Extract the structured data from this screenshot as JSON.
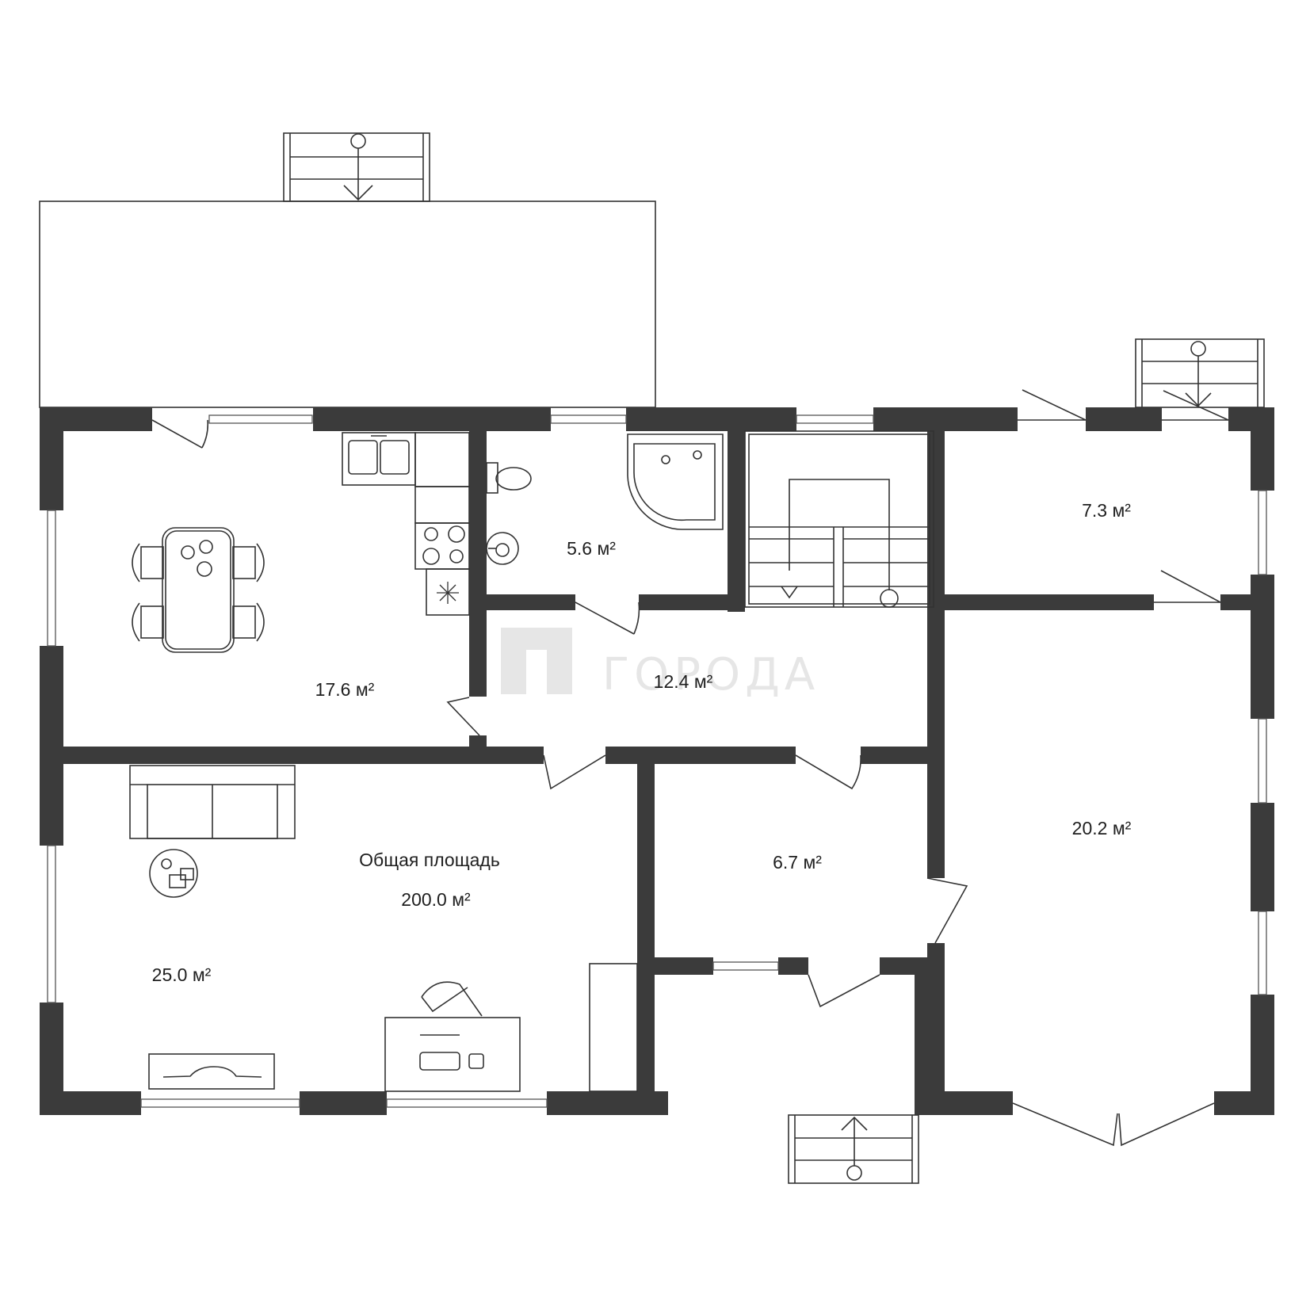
{
  "rooms": [
    {
      "id": "kitchen",
      "area": "17.6 м²"
    },
    {
      "id": "bathroom",
      "area": "5.6 м²"
    },
    {
      "id": "hall",
      "area": "12.4 м²"
    },
    {
      "id": "room-ne",
      "area": "7.3 м²"
    },
    {
      "id": "room-e",
      "area": "20.2 м²"
    },
    {
      "id": "room-mid",
      "area": "6.7 м²"
    },
    {
      "id": "living",
      "area": "25.0 м²"
    }
  ],
  "total": {
    "label": "Общая площадь",
    "value": "200.0 м²"
  },
  "watermark": {
    "text": "ГОРОДА"
  },
  "colors": {
    "wall": "#3b3b3b",
    "line": "#333333",
    "watermark": "#e6e6e6"
  },
  "icons": [
    "stairs-arrow-icon",
    "snowflake-icon",
    "sink-icon",
    "stove-icon",
    "toilet-icon",
    "bathtub-icon",
    "table-icon",
    "sofa-icon",
    "chair-icon",
    "desk-icon"
  ]
}
